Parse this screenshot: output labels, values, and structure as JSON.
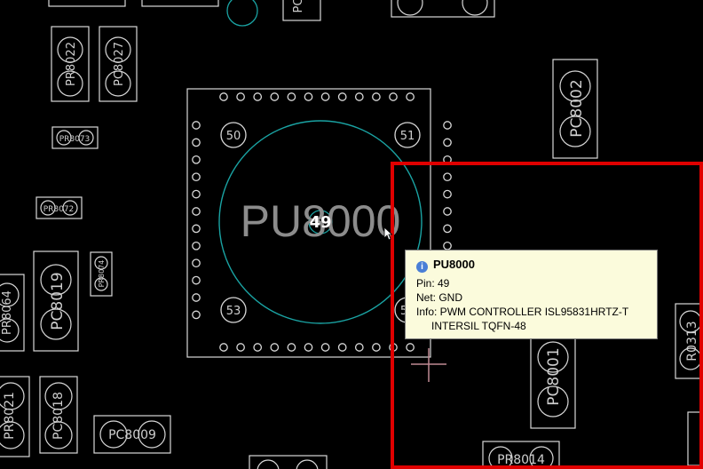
{
  "components": {
    "pu8000": "PU8000",
    "pr8022": "PR8022",
    "pc8027": "PC8027",
    "pr8073": "PR8073",
    "pr8072": "PR8072",
    "pc8019": "PC8019",
    "pr8064": "PR8064",
    "pr8074": "PR8074",
    "pr8021": "PR8021",
    "pc8018": "PC8018",
    "pc8009": "PC8009",
    "pc8002": "PC8002",
    "pc8001": "PC8001",
    "r0313": "R0313",
    "pr8014": "PR8014",
    "top_part": "PC"
  },
  "pin_numbers": {
    "center": "49",
    "top_left": "50",
    "top_right": "51",
    "bottom_left": "53",
    "bottom_right_partial": "5"
  },
  "tooltip": {
    "title": "PU8000",
    "icon": "info-icon",
    "pin": "Pin: 49",
    "net": "Net: GND",
    "info_line1": "Info: PWM CONTROLLER ISL95831HRTZ-T",
    "info_line2": "INTERSIL TQFN-48"
  },
  "colors": {
    "selection": "#e00000",
    "net_circle": "#1aa3a3",
    "tooltip_bg": "#fbfbdc",
    "crosshair": "#c08a94"
  }
}
